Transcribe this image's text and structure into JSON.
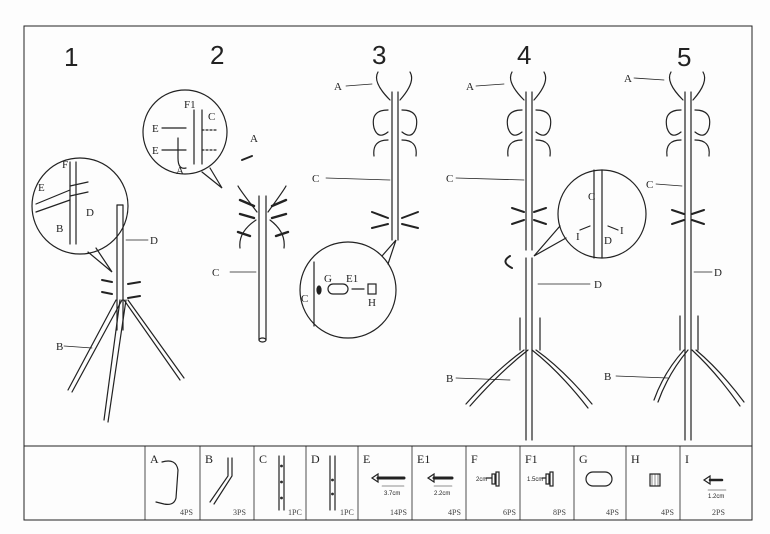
{
  "steps": [
    "1",
    "2",
    "3",
    "4",
    "5"
  ],
  "callouts": {
    "s1": [
      "F",
      "E",
      "B",
      "D",
      "D",
      "B"
    ],
    "s2": [
      "F1",
      "C",
      "E",
      "E",
      "A",
      "A",
      "C"
    ],
    "s3": [
      "A",
      "C",
      "G",
      "E1",
      "C",
      "H"
    ],
    "s4": [
      "A",
      "C",
      "C",
      "I",
      "I",
      "D",
      "D",
      "B"
    ],
    "s5": [
      "A",
      "C",
      "D",
      "B"
    ]
  },
  "parts": [
    {
      "letter": "A",
      "qty": "4PS",
      "dim": ""
    },
    {
      "letter": "B",
      "qty": "3PS",
      "dim": ""
    },
    {
      "letter": "C",
      "qty": "1PC",
      "dim": ""
    },
    {
      "letter": "D",
      "qty": "1PC",
      "dim": ""
    },
    {
      "letter": "E",
      "qty": "14PS",
      "dim": "3.7cm"
    },
    {
      "letter": "E1",
      "qty": "4PS",
      "dim": "2.2cm"
    },
    {
      "letter": "F",
      "qty": "6PS",
      "dim": "2cm"
    },
    {
      "letter": "F1",
      "qty": "8PS",
      "dim": "1.5cm"
    },
    {
      "letter": "G",
      "qty": "4PS",
      "dim": ""
    },
    {
      "letter": "H",
      "qty": "4PS",
      "dim": ""
    },
    {
      "letter": "I",
      "qty": "2PS",
      "dim": "1.2cm"
    }
  ]
}
